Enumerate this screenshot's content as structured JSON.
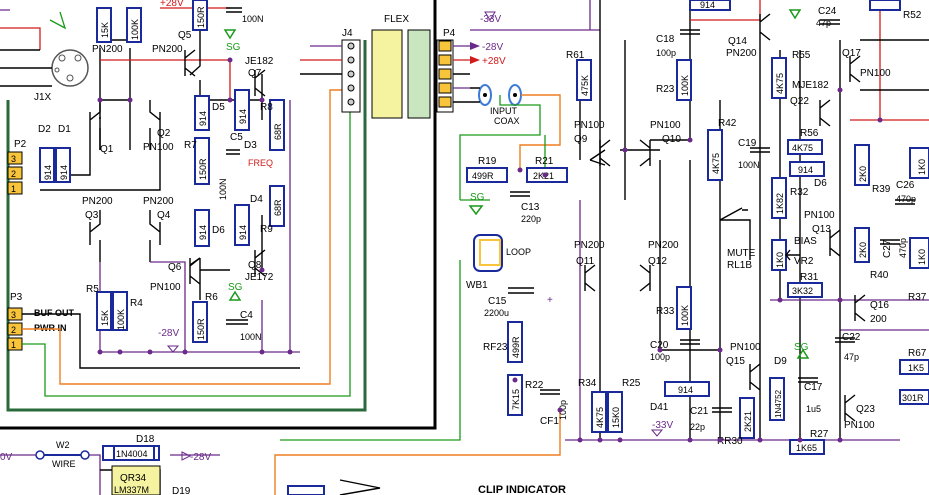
{
  "labels": {
    "j1x": "J1X",
    "p2": "P2",
    "p3": "P3",
    "p4": "P4",
    "j4": "J4",
    "flex": "FLEX",
    "buf_out": "BUF OUT",
    "pwr_in": "PWR IN",
    "input_coax_1": "INPUT",
    "input_coax_2": "COAX",
    "loop": "LOOP",
    "wb1": "WB1",
    "mute": "MUTE",
    "rl1b": "RL1B",
    "bias": "BIAS",
    "vr2": "VR2",
    "clip_indicator": "CLIP INDICATOR",
    "w2": "W2",
    "wire": "WIRE",
    "sg": "SG",
    "freq": "FREQ"
  },
  "rails": {
    "neg28": "-28V",
    "pos28": "+28V",
    "neg33": "-33V",
    "pos28b": "+28V",
    "neg28b": "-28V",
    "neg28c": "-28V",
    "neg33b": "-33V",
    "pos": "+",
    "dc_in": "0V"
  },
  "pin_numbers": {
    "p2": [
      "3",
      "2",
      "1"
    ],
    "p3": [
      "3",
      "2",
      "1"
    ]
  },
  "resistors": [
    {
      "ref": "",
      "value": "15K"
    },
    {
      "ref": "",
      "value": "100K"
    },
    {
      "ref": "",
      "value": "150R"
    },
    {
      "ref": "R7",
      "value": "150R"
    },
    {
      "ref": "R8",
      "value": "68R"
    },
    {
      "ref": "R9",
      "value": "68R"
    },
    {
      "ref": "R5",
      "value": "15K"
    },
    {
      "ref": "R4",
      "value": "100K"
    },
    {
      "ref": "R6",
      "value": "150R"
    },
    {
      "ref": "R19",
      "value": "499R"
    },
    {
      "ref": "R21",
      "value": "2K21"
    },
    {
      "ref": "RF23",
      "value": "499R"
    },
    {
      "ref": "R22",
      "value": "7K15"
    },
    {
      "ref": "R61",
      "value": "475K"
    },
    {
      "ref": "R23",
      "value": "100K"
    },
    {
      "ref": "R42",
      "value": "4K75"
    },
    {
      "ref": "R33",
      "value": "100K"
    },
    {
      "ref": "R34",
      "value": "4K75"
    },
    {
      "ref": "R25",
      "value": "15K0"
    },
    {
      "ref": "RR30",
      "value": "2K21"
    },
    {
      "ref": "R55",
      "value": "4K75"
    },
    {
      "ref": "R56",
      "value": "4K75"
    },
    {
      "ref": "R32",
      "value": "1K82"
    },
    {
      "ref": "R31",
      "value": "3K32"
    },
    {
      "ref": "",
      "value": "1K0"
    },
    {
      "ref": "R27",
      "value": "1K65"
    },
    {
      "ref": "R39",
      "value": "2K0"
    },
    {
      "ref": "R40",
      "value": "2K0"
    },
    {
      "ref": "R52",
      "value": ""
    },
    {
      "ref": "R67",
      "value": "1K5"
    },
    {
      "ref": "",
      "value": "301R"
    },
    {
      "ref": "R37",
      "value": ""
    },
    {
      "ref": "",
      "value": "1K0"
    },
    {
      "ref": "",
      "value": "1K0"
    }
  ],
  "diodes": [
    {
      "ref": "D2",
      "value": "914"
    },
    {
      "ref": "D1",
      "value": "914"
    },
    {
      "ref": "D5",
      "value": "914"
    },
    {
      "ref": "D3",
      "value": "914"
    },
    {
      "ref": "D4",
      "value": "914"
    },
    {
      "ref": "D6",
      "value": "914"
    },
    {
      "ref": "D41",
      "value": "914"
    },
    {
      "ref": "D6",
      "value": "914"
    },
    {
      "ref": "D9",
      "value": "1N4752"
    },
    {
      "ref": "D18",
      "value": "1N4004"
    },
    {
      "ref": "",
      "value": "914"
    },
    {
      "ref": "D19",
      "value": ""
    }
  ],
  "capacitors": [
    {
      "ref": "C5",
      "value": "100N"
    },
    {
      "ref": "C4",
      "value": "100N"
    },
    {
      "ref": "",
      "value": "100N"
    },
    {
      "ref": "C13",
      "value": "220p"
    },
    {
      "ref": "C15",
      "value": "2200u"
    },
    {
      "ref": "CF1",
      "value": "100p"
    },
    {
      "ref": "C18",
      "value": "100p"
    },
    {
      "ref": "C19",
      "value": "100N"
    },
    {
      "ref": "C20",
      "value": "100p"
    },
    {
      "ref": "C21",
      "value": "22p"
    },
    {
      "ref": "C17",
      "value": "1u5"
    },
    {
      "ref": "C22",
      "value": "47p"
    },
    {
      "ref": "C24",
      "value": "47p"
    },
    {
      "ref": "C26",
      "value": "470p"
    },
    {
      "ref": "C27",
      "value": "470p"
    }
  ],
  "transistors": [
    {
      "ref": "Q1",
      "type": "PN200"
    },
    {
      "ref": "Q2",
      "type": "PN100"
    },
    {
      "ref": "Q3",
      "type": "PN200"
    },
    {
      "ref": "Q4",
      "type": "PN200"
    },
    {
      "ref": "Q5",
      "type": "PN200"
    },
    {
      "ref": "Q6",
      "type": "PN100"
    },
    {
      "ref": "Q7",
      "type": "JE182"
    },
    {
      "ref": "Q8",
      "type": "JE172"
    },
    {
      "ref": "Q9",
      "type": "PN100"
    },
    {
      "ref": "Q10",
      "type": "PN100"
    },
    {
      "ref": "Q11",
      "type": "PN200"
    },
    {
      "ref": "Q12",
      "type": "PN200"
    },
    {
      "ref": "Q14",
      "type": "PN200"
    },
    {
      "ref": "Q15",
      "type": "PN100"
    },
    {
      "ref": "Q22",
      "type": "MJE182"
    },
    {
      "ref": "Q13",
      "type": "PN100"
    },
    {
      "ref": "Q16",
      "type": "200"
    },
    {
      "ref": "Q17",
      "type": "PN100"
    },
    {
      "ref": "Q23",
      "type": "PN100"
    }
  ],
  "ic": {
    "ref": "QR34",
    "type": "LM337M"
  },
  "colors": {
    "wire": "#000000",
    "rail": "#6a2a8a",
    "positive": "#d21b1b",
    "signal_ground": "#1a9a1a",
    "output": "#ee7f22",
    "board_edge": "#2a6a3a",
    "resistor": "#1b2a9a",
    "connector_pin": "#f7c43a"
  }
}
